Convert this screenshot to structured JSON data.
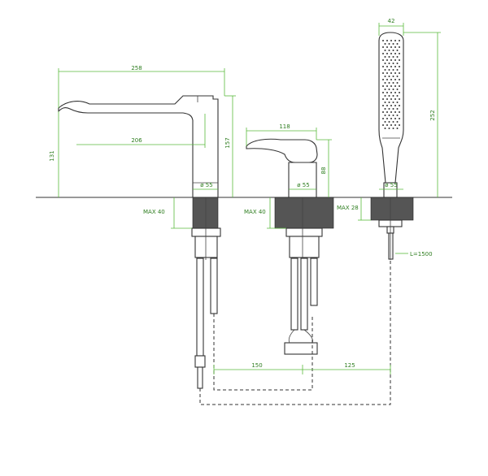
{
  "colors": {
    "dimension": "#5aba3c",
    "dimension_text": "#2e7d1f",
    "line": "#333333"
  },
  "dimensions": {
    "spout_length": "258",
    "spout_reach": "206",
    "spout_height_131": "131",
    "spout_total_height": "157",
    "base_diameter_1": "ø 55",
    "max40_1": "MAX 40",
    "lever_width": "118",
    "mixer_height": "88",
    "base_diameter_2": "ø 55",
    "max40_2": "MAX 40",
    "shower_width": "42",
    "shower_height": "252",
    "base_diameter_3": "ø 55",
    "max28": "MAX 28",
    "hose_length": "L=1500",
    "spacing_1": "150",
    "spacing_2": "125"
  }
}
